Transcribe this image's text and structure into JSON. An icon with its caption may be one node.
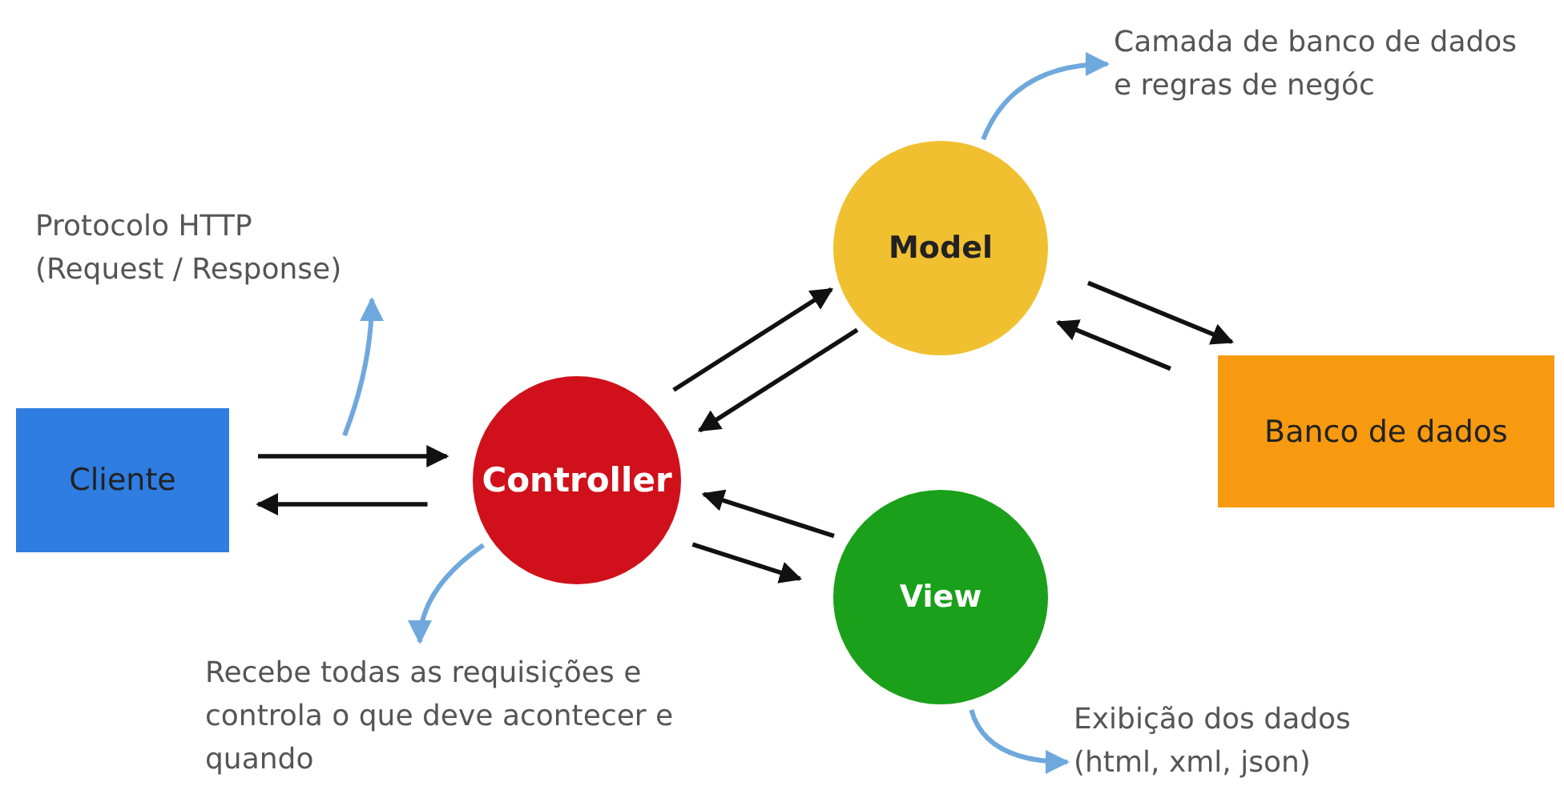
{
  "diagram": {
    "nodes": [
      {
        "text": [
          "Cliente"
        ]
      },
      {
        "text": [
          "Controller"
        ]
      },
      {
        "text": [
          "Model"
        ]
      },
      {
        "text": [
          "View"
        ]
      },
      {
        "text": [
          "Banco de dados"
        ]
      },
      {
        "text": [
          "Protocolo HTTP (Request / Response)"
        ]
      },
      {
        "text": [
          "Camada de banco de dados e regras de negóc"
        ]
      },
      {
        "text": [
          "Recebe todas as requisições e controla o que deve acontecer e quando"
        ]
      },
      {
        "text": [
          "Exibição dos dados (html, xml, json)"
        ]
      }
    ],
    "edges": [
      {
        "from": 0,
        "to": 1,
        "arrow": "to"
      },
      {
        "from": 1,
        "to": 0,
        "arrow": "to"
      },
      {
        "from": 1,
        "to": 2,
        "arrow": "to"
      },
      {
        "from": 2,
        "to": 1,
        "arrow": "to"
      },
      {
        "from": 2,
        "to": 4,
        "arrow": "to"
      },
      {
        "from": 4,
        "to": 2,
        "arrow": "to"
      },
      {
        "from": 3,
        "to": 1,
        "arrow": "to"
      },
      {
        "from": 1,
        "to": 3,
        "arrow": "to"
      },
      {
        "from": null,
        "to": 5,
        "arrow": "to",
        "color": "#6fa8dc"
      },
      {
        "from": 2,
        "to": 6,
        "arrow": "to",
        "color": "#6fa8dc"
      },
      {
        "from": 1,
        "to": 7,
        "arrow": "to",
        "color": "#6fa8dc"
      },
      {
        "from": 3,
        "to": 8,
        "arrow": "to",
        "color": "#6fa8dc"
      }
    ]
  }
}
